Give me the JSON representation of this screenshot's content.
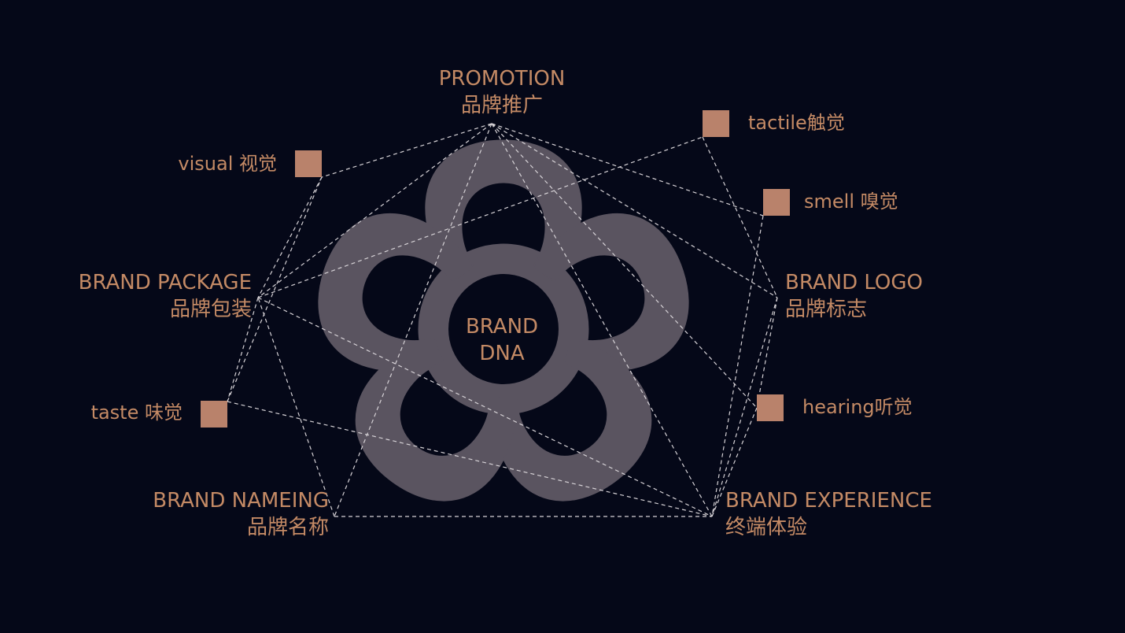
{
  "colors": {
    "background": "#050818",
    "text": "#c48a65",
    "marker": "#b9826b",
    "flower": "#5a5460",
    "line": "#d6d2d6"
  },
  "center": {
    "line1": "BRAND",
    "line2": "DNA"
  },
  "nodes": {
    "promotion": {
      "en": "PROMOTION",
      "zh": "品牌推广"
    },
    "package": {
      "en": "BRAND PACKAGE",
      "zh": "品牌包装"
    },
    "logo": {
      "en": "BRAND LOGO",
      "zh": "品牌标志"
    },
    "naming": {
      "en": "BRAND NAMEING",
      "zh": "品牌名称"
    },
    "experience": {
      "en": "BRAND EXPERIENCE",
      "zh": "终端体验"
    }
  },
  "senses": {
    "visual": "visual 视觉",
    "tactile": "tactile触觉",
    "smell": "smell 嗅觉",
    "hearing": "hearing听觉",
    "taste": "taste 味觉"
  }
}
